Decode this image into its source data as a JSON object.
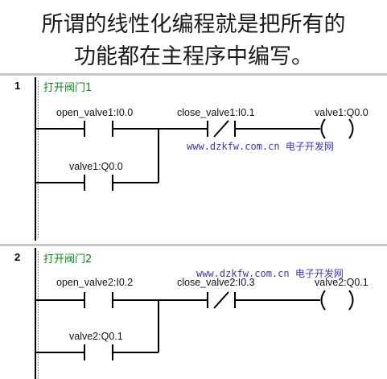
{
  "heading": {
    "line1": "所谓的线性化编程就是把所有的",
    "line2": "功能都在主程序中编写。"
  },
  "networks": [
    {
      "number": "1",
      "title": "打开阀门1",
      "open_contact": "open_valve1:I0.0",
      "close_contact": "close_valve1:I0.1",
      "coil": "valve1:Q0.0",
      "hold_contact": "valve1:Q0.0"
    },
    {
      "number": "2",
      "title": "打开阀门2",
      "open_contact": "open_valve2:I0.2",
      "close_contact": "close_valve2:I0.3",
      "coil": "valve2:Q0.1",
      "hold_contact": "valve2:Q0.1"
    }
  ],
  "watermarks": [
    {
      "url": "www.dzkfw.com.cn",
      "cn": "电子开发网"
    },
    {
      "url": "www.dzkfw.com.cn",
      "cn": "电子开发网"
    }
  ],
  "colors": {
    "title_green": "#0a8a12",
    "watermark_blue": "#3b34c9",
    "separator": "#c9c9c9"
  }
}
